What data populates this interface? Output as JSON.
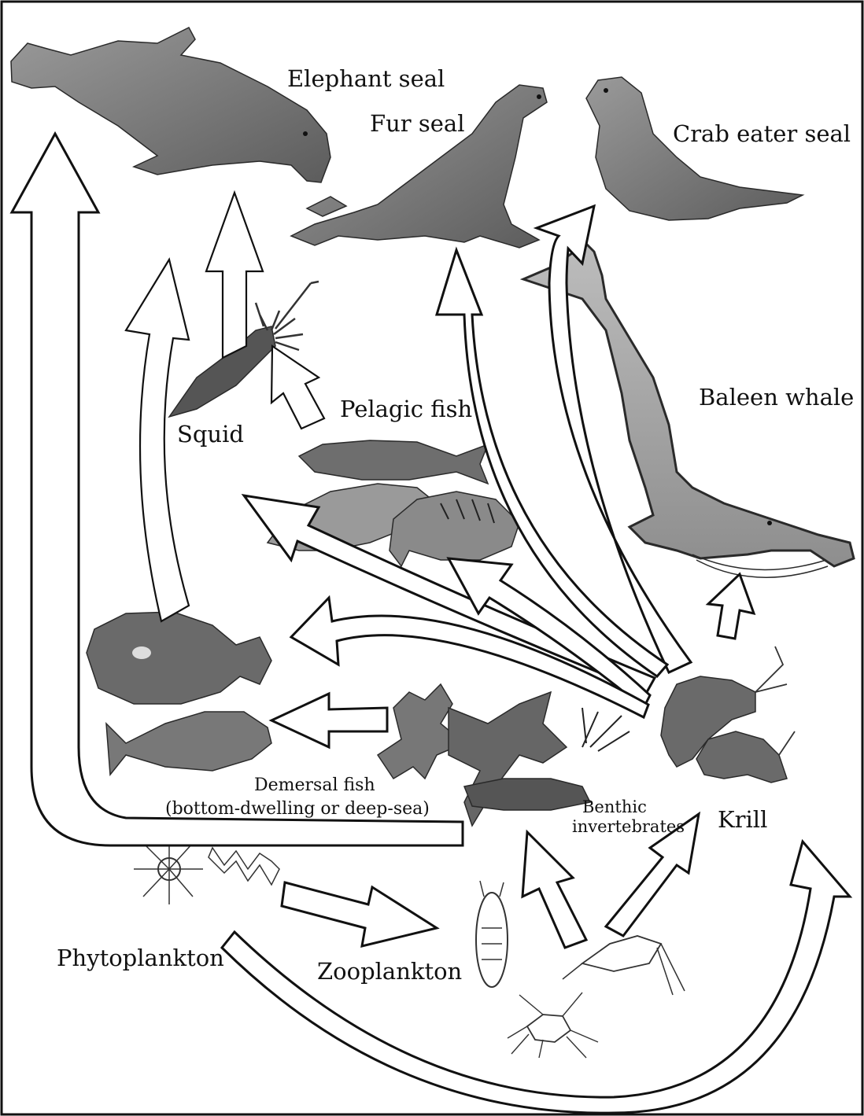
{
  "diagram": {
    "type": "food-web",
    "labels": {
      "elephant_seal": "Elephant seal",
      "fur_seal": "Fur seal",
      "crab_eater_seal": "Crab eater seal",
      "baleen_whale": "Baleen whale",
      "squid": "Squid",
      "pelagic_fish": "Pelagic fish",
      "demersal_fish_line1": "Demersal fish",
      "demersal_fish_line2": "(bottom-dwelling or deep-sea)",
      "benthic_line1": "Benthic",
      "benthic_line2": "invertebrates",
      "krill": "Krill",
      "phytoplankton": "Phytoplankton",
      "zooplankton": "Zooplankton"
    },
    "links": [
      {
        "from": "Phytoplankton",
        "to": "Zooplankton"
      },
      {
        "from": "Phytoplankton",
        "to": "Krill"
      },
      {
        "from": "Zooplankton",
        "to": "Benthic invertebrates"
      },
      {
        "from": "Zooplankton",
        "to": "Krill"
      },
      {
        "from": "Benthic invertebrates",
        "to": "Demersal fish"
      },
      {
        "from": "Benthic invertebrates",
        "to": "Elephant seal"
      },
      {
        "from": "Krill",
        "to": "Baleen whale"
      },
      {
        "from": "Krill",
        "to": "Crab eater seal"
      },
      {
        "from": "Krill",
        "to": "Fur seal"
      },
      {
        "from": "Krill",
        "to": "Pelagic fish"
      },
      {
        "from": "Krill",
        "to": "Demersal fish"
      },
      {
        "from": "Pelagic fish",
        "to": "Squid"
      },
      {
        "from": "Squid",
        "to": "Elephant seal"
      },
      {
        "from": "Demersal fish",
        "to": "Elephant seal"
      }
    ],
    "colors": {
      "animal_fill": "#8a8a8a",
      "animal_dark": "#5a5a5a",
      "arrow_fill": "#ffffff",
      "stroke": "#111111"
    }
  }
}
